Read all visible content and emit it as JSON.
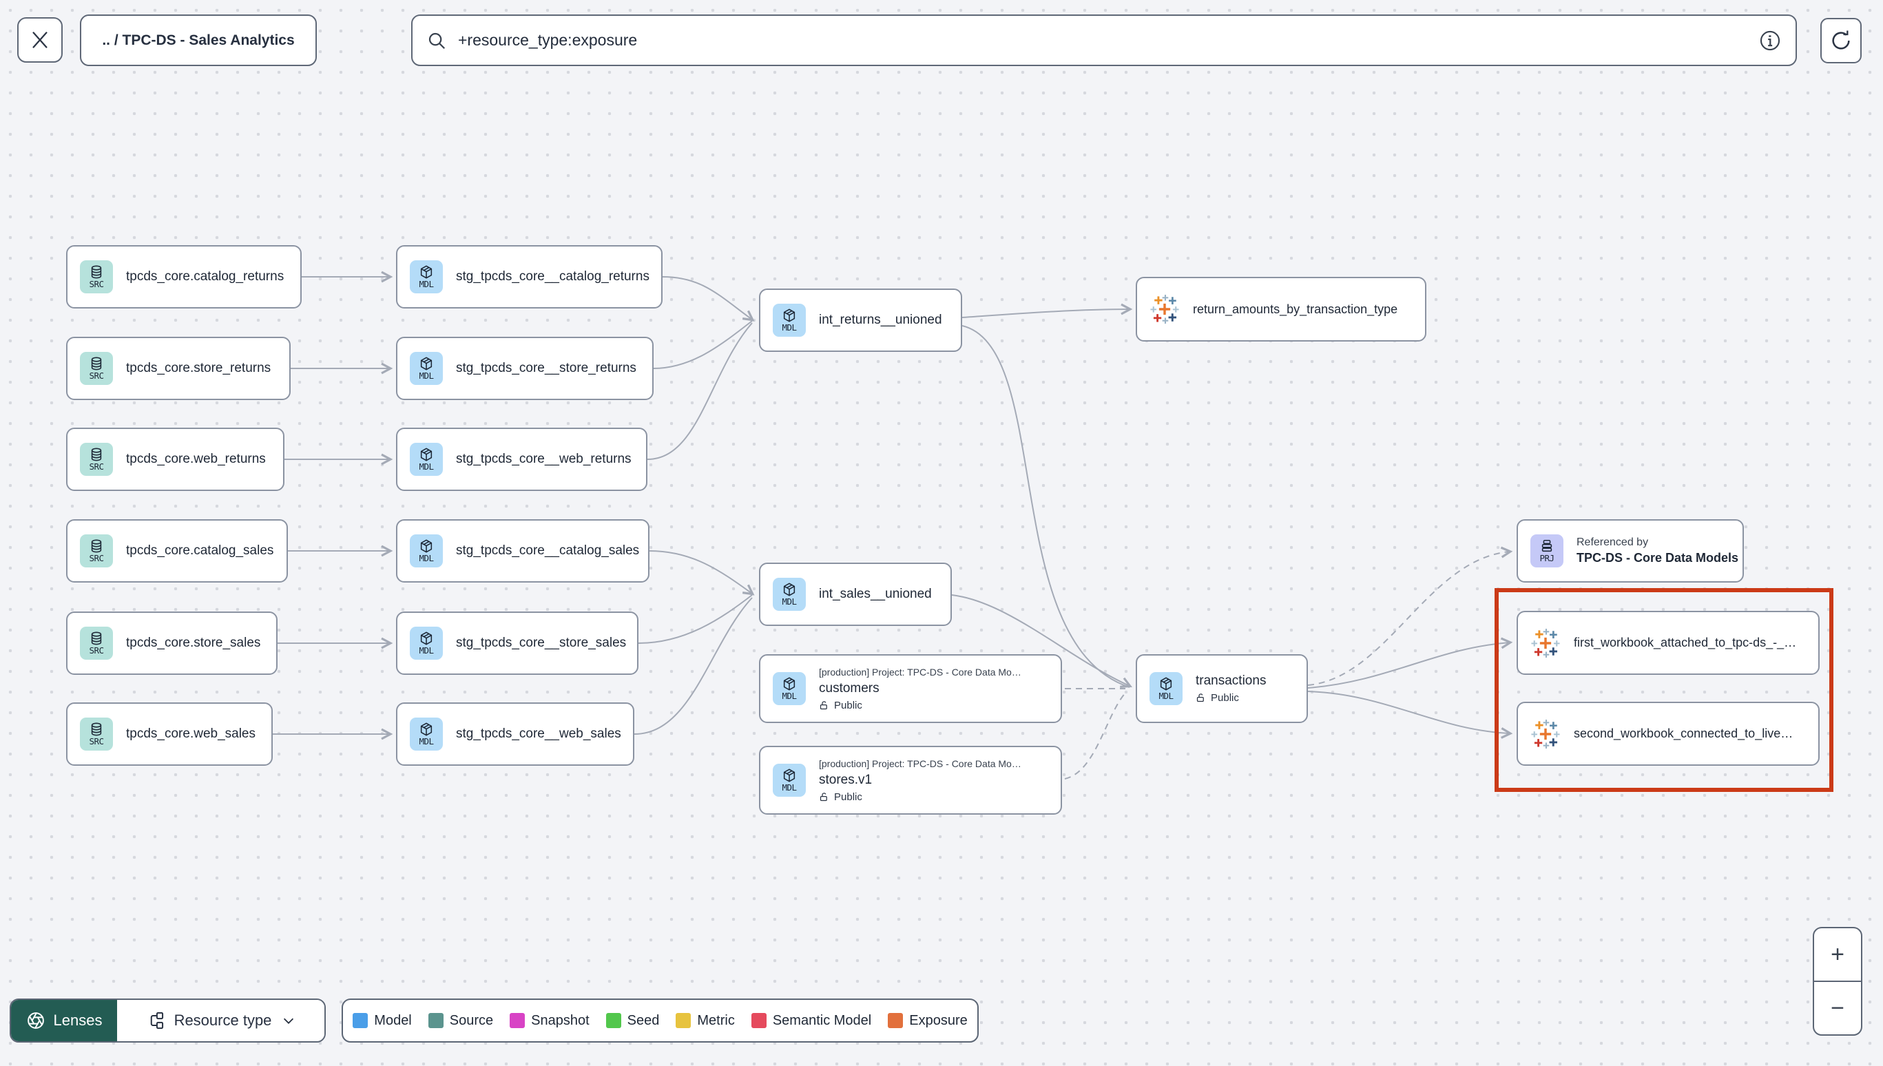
{
  "header": {
    "breadcrumb": ".. / TPC-DS - Sales Analytics",
    "search_value": "+resource_type:exposure"
  },
  "badges": {
    "source": "SRC",
    "model": "MDL",
    "project": "PRJ"
  },
  "nodes": {
    "src_catalog_returns": {
      "title": "tpcds_core.catalog_returns"
    },
    "src_store_returns": {
      "title": "tpcds_core.store_returns"
    },
    "src_web_returns": {
      "title": "tpcds_core.web_returns"
    },
    "src_catalog_sales": {
      "title": "tpcds_core.catalog_sales"
    },
    "src_store_sales": {
      "title": "tpcds_core.store_sales"
    },
    "src_web_sales": {
      "title": "tpcds_core.web_sales"
    },
    "stg_catalog_returns": {
      "title": "stg_tpcds_core__catalog_returns"
    },
    "stg_store_returns": {
      "title": "stg_tpcds_core__store_returns"
    },
    "stg_web_returns": {
      "title": "stg_tpcds_core__web_returns"
    },
    "stg_catalog_sales": {
      "title": "stg_tpcds_core__catalog_sales"
    },
    "stg_store_sales": {
      "title": "stg_tpcds_core__store_sales"
    },
    "stg_web_sales": {
      "title": "stg_tpcds_core__web_sales"
    },
    "int_returns": {
      "title": "int_returns__unioned"
    },
    "int_sales": {
      "title": "int_sales__unioned"
    },
    "customers": {
      "project": "[production] Project: TPC-DS - Core Data Mo…",
      "title": "customers",
      "access": "Public"
    },
    "stores": {
      "project": "[production] Project: TPC-DS - Core Data Mo…",
      "title": "stores.v1",
      "access": "Public"
    },
    "transactions": {
      "title": "transactions",
      "access": "Public"
    },
    "return_amounts": {
      "title": "return_amounts_by_transaction_type"
    },
    "referenced_by": {
      "label": "Referenced by",
      "title": "TPC-DS - Core Data Models"
    },
    "first_workbook": {
      "title": "first_workbook_attached_to_tpc-ds_-_…"
    },
    "second_workbook": {
      "title": "second_workbook_connected_to_live…"
    }
  },
  "edges": [
    {
      "from": "tpcds_core.catalog_returns",
      "to": "stg_tpcds_core__catalog_returns",
      "style": "solid"
    },
    {
      "from": "tpcds_core.store_returns",
      "to": "stg_tpcds_core__store_returns",
      "style": "solid"
    },
    {
      "from": "tpcds_core.web_returns",
      "to": "stg_tpcds_core__web_returns",
      "style": "solid"
    },
    {
      "from": "tpcds_core.catalog_sales",
      "to": "stg_tpcds_core__catalog_sales",
      "style": "solid"
    },
    {
      "from": "tpcds_core.store_sales",
      "to": "stg_tpcds_core__store_sales",
      "style": "solid"
    },
    {
      "from": "tpcds_core.web_sales",
      "to": "stg_tpcds_core__web_sales",
      "style": "solid"
    },
    {
      "from": "stg_tpcds_core__catalog_returns",
      "to": "int_returns__unioned",
      "style": "solid"
    },
    {
      "from": "stg_tpcds_core__store_returns",
      "to": "int_returns__unioned",
      "style": "solid"
    },
    {
      "from": "stg_tpcds_core__web_returns",
      "to": "int_returns__unioned",
      "style": "solid"
    },
    {
      "from": "stg_tpcds_core__catalog_sales",
      "to": "int_sales__unioned",
      "style": "solid"
    },
    {
      "from": "stg_tpcds_core__store_sales",
      "to": "int_sales__unioned",
      "style": "solid"
    },
    {
      "from": "stg_tpcds_core__web_sales",
      "to": "int_sales__unioned",
      "style": "solid"
    },
    {
      "from": "int_returns__unioned",
      "to": "return_amounts_by_transaction_type",
      "style": "solid"
    },
    {
      "from": "int_returns__unioned",
      "to": "transactions",
      "style": "solid"
    },
    {
      "from": "int_sales__unioned",
      "to": "transactions",
      "style": "solid"
    },
    {
      "from": "customers",
      "to": "transactions",
      "style": "dashed"
    },
    {
      "from": "stores.v1",
      "to": "transactions",
      "style": "dashed"
    },
    {
      "from": "transactions",
      "to": "TPC-DS - Core Data Models",
      "style": "dashed"
    },
    {
      "from": "transactions",
      "to": "first_workbook_attached_to_tpc-ds_-_…",
      "style": "solid"
    },
    {
      "from": "transactions",
      "to": "second_workbook_connected_to_live…",
      "style": "solid"
    }
  ],
  "toolbar": {
    "lenses": "Lenses",
    "resource_type": "Resource type"
  },
  "legend": {
    "items": [
      {
        "label": "Model",
        "color": "#4a9ee8"
      },
      {
        "label": "Source",
        "color": "#5b948e"
      },
      {
        "label": "Snapshot",
        "color": "#d843c5"
      },
      {
        "label": "Seed",
        "color": "#52c74c"
      },
      {
        "label": "Metric",
        "color": "#e7c33e"
      },
      {
        "label": "Semantic Model",
        "color": "#e54a5d"
      },
      {
        "label": "Exposure",
        "color": "#e2703c"
      }
    ]
  },
  "zoom_controls": {
    "zoom_in": "+",
    "zoom_out": "−"
  }
}
